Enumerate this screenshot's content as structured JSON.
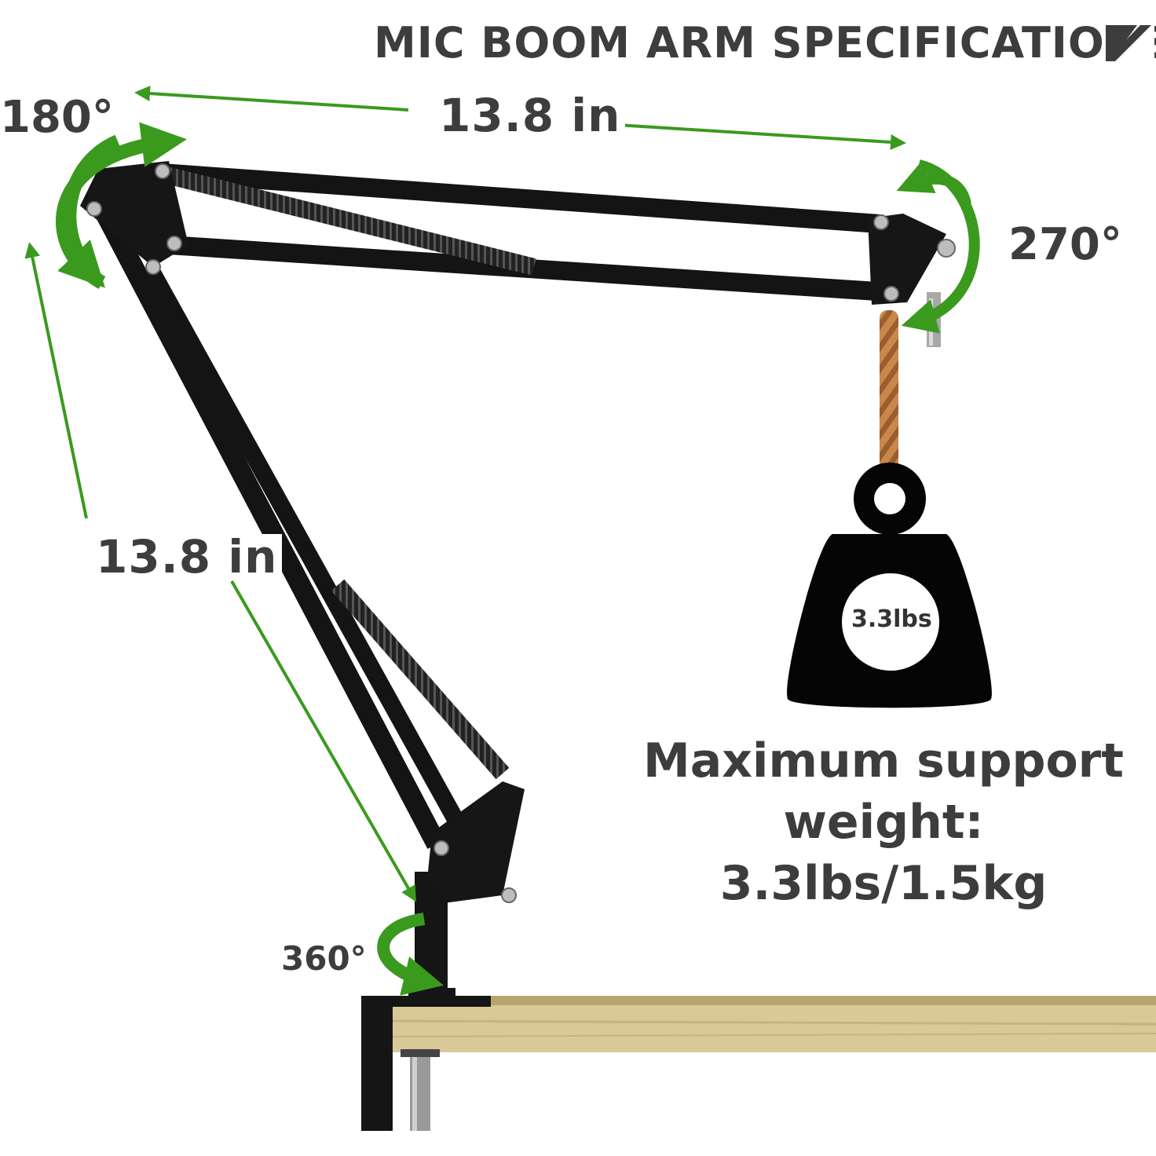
{
  "title": "MIC BOOM ARM SPECIFICATIONS",
  "rotations": {
    "base_joint": "180°",
    "mic_joint": "270°",
    "swivel": "360°"
  },
  "lengths": {
    "upper_arm": "13.8 in",
    "lower_arm": "13.8 in"
  },
  "weight": {
    "tag": "3.3lbs",
    "caption_line1": "Maximum support",
    "caption_line2": "weight: 3.3lbs/1.5kg"
  },
  "colors": {
    "arrow_green": "#3a9a1e",
    "arm_black": "#141414",
    "text_gray": "#3d3d3d",
    "desk_wood": "#d9c898",
    "rope_brown": "#b9773e"
  }
}
